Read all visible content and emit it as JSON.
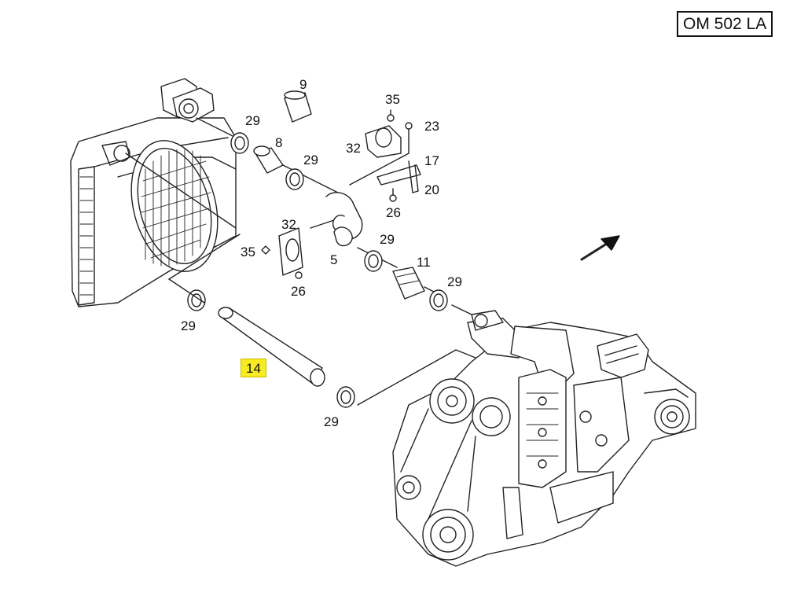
{
  "model": "OM 502 LA",
  "highlighted_part": "14",
  "labels": [
    "9",
    "35",
    "23",
    "29",
    "8",
    "32",
    "29",
    "17",
    "20",
    "26",
    "32",
    "35",
    "5",
    "29",
    "11",
    "26",
    "29",
    "29",
    "14",
    "29"
  ],
  "colors": {
    "line": "#222222",
    "highlight": "#f7ec23",
    "background": "#ffffff"
  },
  "icons": [
    "radiator-icon",
    "engine-icon",
    "direction-arrow-icon",
    "hose-icon",
    "clamp-icon",
    "bracket-icon"
  ]
}
